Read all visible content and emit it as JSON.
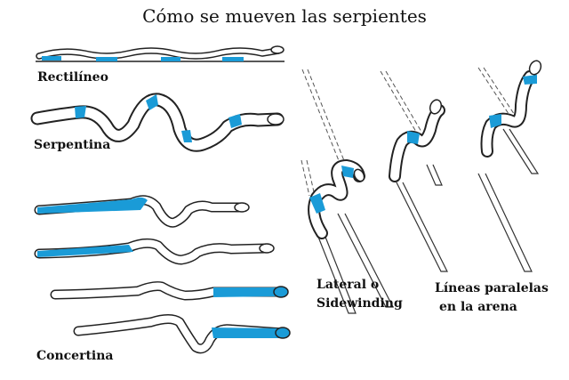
{
  "title": "Cómo se mueven las serpientes",
  "labels": {
    "rectilinear": "Rectilíneo",
    "serpentine": "Serpentina",
    "concertina": "Concertina",
    "lateral_line1": "Lateral o",
    "lateral_line2": "Sidewinding",
    "parallel_line1": "Líneas paralelas",
    "parallel_line2": "en la arena"
  },
  "colors": {
    "outline": "#222222",
    "body": "#ffffff",
    "contact": "#1a9bd7"
  }
}
